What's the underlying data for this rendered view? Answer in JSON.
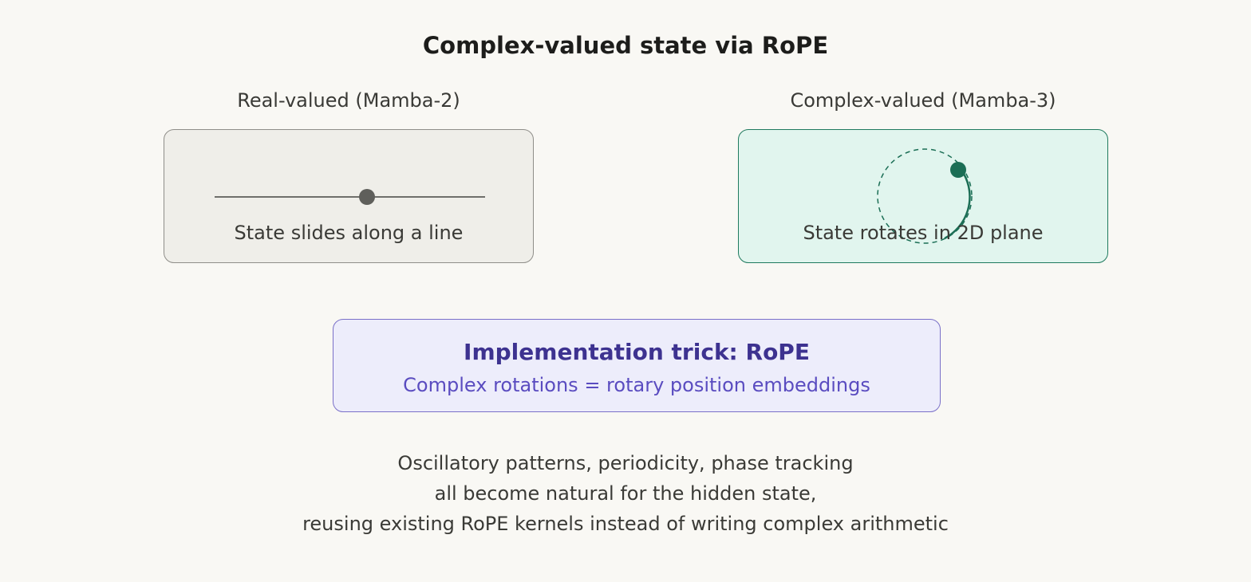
{
  "title": "Complex-valued state via RoPE",
  "left_panel": {
    "heading": "Real-valued (Mamba-2)",
    "caption": "State slides along a line"
  },
  "right_panel": {
    "heading": "Complex-valued (Mamba-3)",
    "caption": "State rotates in 2D plane"
  },
  "trick": {
    "title": "Implementation trick: RoPE",
    "subtitle": "Complex rotations = rotary position embeddings"
  },
  "notes": [
    "Oscillatory patterns, periodicity, phase tracking",
    "all become natural for the hidden state,",
    "reusing existing RoPE kernels instead of writing complex arithmetic"
  ],
  "colors": {
    "real_marker": "#5f5f5b",
    "complex_marker": "#1b6e55",
    "trick_accent": "#3d3290"
  }
}
